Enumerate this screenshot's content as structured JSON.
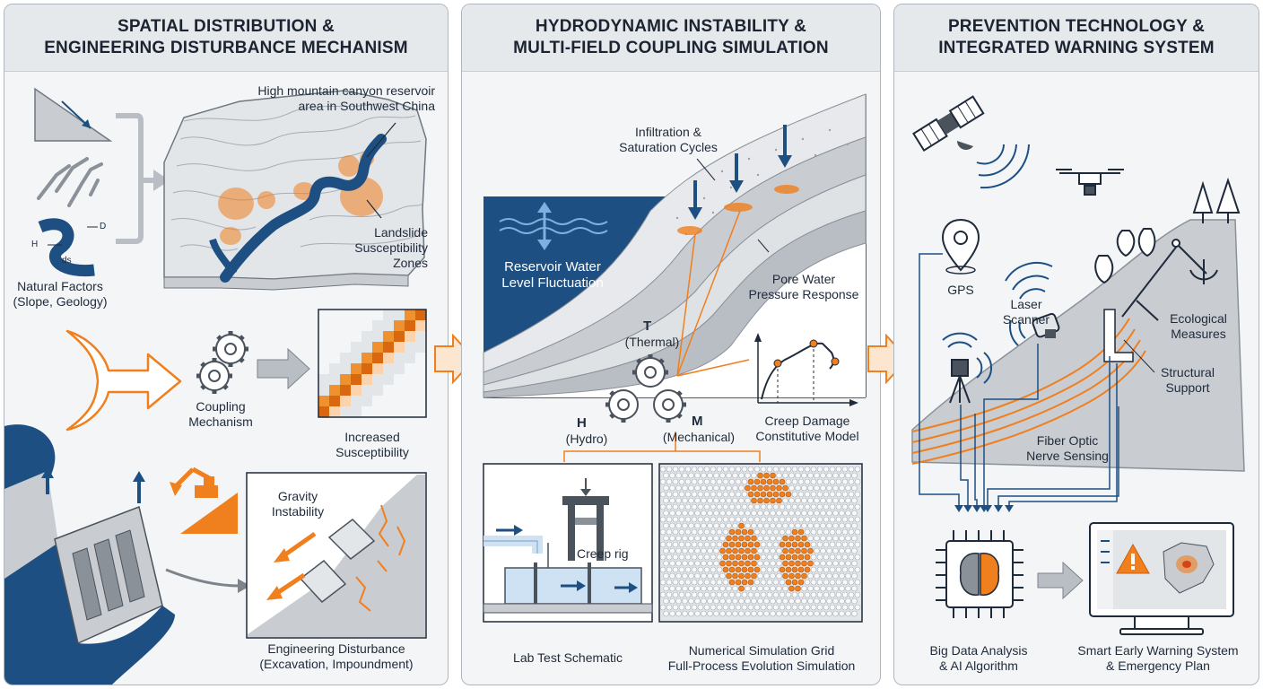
{
  "colors": {
    "orange": "#f07f1e",
    "navy": "#1e4f82",
    "gray": "#c9cdd2",
    "panel_bg": "#f3f5f7",
    "header_bg": "#e6e9ec"
  },
  "panel1": {
    "title_line1": "SPATIAL DISTRIBUTION &",
    "title_line2": "ENGINEERING DISTURBANCE MECHANISM",
    "icons": [
      "slope-icon",
      "fault-lines-icon",
      "river-icon",
      "gear-icon",
      "heatmap-icon",
      "excavator-icon",
      "dam-icon"
    ],
    "river_labels": {
      "h": "H",
      "d": "D",
      "ds": "ds"
    },
    "map_label_line1": "High mountain canyon reservoir",
    "map_label_line2": "area in Southwest China",
    "landslide_line1": "Landslide",
    "landslide_line2": "Susceptibility",
    "landslide_line3": "Zones",
    "natural_line1": "Natural Factors",
    "natural_line2": "(Slope, Geology)",
    "coupling_line1": "Coupling",
    "coupling_line2": "Mechanism",
    "increased_line1": "Increased",
    "increased_line2": "Susceptibility",
    "gravity_line1": "Gravity",
    "gravity_line2": "Instability",
    "engineering_line1": "Engineering Disturbance",
    "engineering_line2": "(Excavation, Impoundment)"
  },
  "panel2": {
    "title_line1": "HYDRODYNAMIC INSTABILITY &",
    "title_line2": "MULTI-FIELD COUPLING SIMULATION",
    "icons": [
      "water-wave-icon",
      "double-arrow-icon",
      "rain-arrow-icon",
      "gear-icon",
      "creep-rig-icon",
      "pipe-icon",
      "particle-grid-icon"
    ],
    "infiltration_line1": "Infiltration &",
    "infiltration_line2": "Saturation Cycles",
    "reservoir_line1": "Reservoir Water",
    "reservoir_line2": "Level Fluctuation",
    "pore_line1": "Pore Water",
    "pore_line2": "Pressure Response",
    "t_letter": "T",
    "t_word": "(Thermal)",
    "h_letter": "H",
    "h_word": "(Hydro)",
    "m_letter": "M",
    "m_word": "(Mechanical)",
    "creep_line1": "Creep Damage",
    "creep_line2": "Constitutive Model",
    "creep_rig": "Creep rig",
    "lab_test": "Lab Test Schematic",
    "numerical_line1": "Numerical Simulation Grid",
    "numerical_line2": "Full-Process Evolution Simulation"
  },
  "panel3": {
    "title_line1": "PREVENTION TECHNOLOGY &",
    "title_line2": "INTEGRATED WARNING SYSTEM",
    "icons": [
      "satellite-icon",
      "drone-icon",
      "gps-pin-icon",
      "laser-scanner-icon",
      "total-station-icon",
      "tree-icon",
      "anchor-icon",
      "ai-chip-icon",
      "monitor-icon",
      "warning-icon"
    ],
    "gps": "GPS",
    "laser_line1": "Laser",
    "laser_line2": "Scanner",
    "ecological_line1": "Ecological",
    "ecological_line2": "Measures",
    "structural_line1": "Structural",
    "structural_line2": "Support",
    "fiber_line1": "Fiber Optic",
    "fiber_line2": "Nerve Sensing",
    "bigdata_line1": "Big Data Analysis",
    "bigdata_line2": "& AI Algorithm",
    "smart_line1": "Smart Early Warning System",
    "smart_line2": "& Emergency Plan"
  }
}
